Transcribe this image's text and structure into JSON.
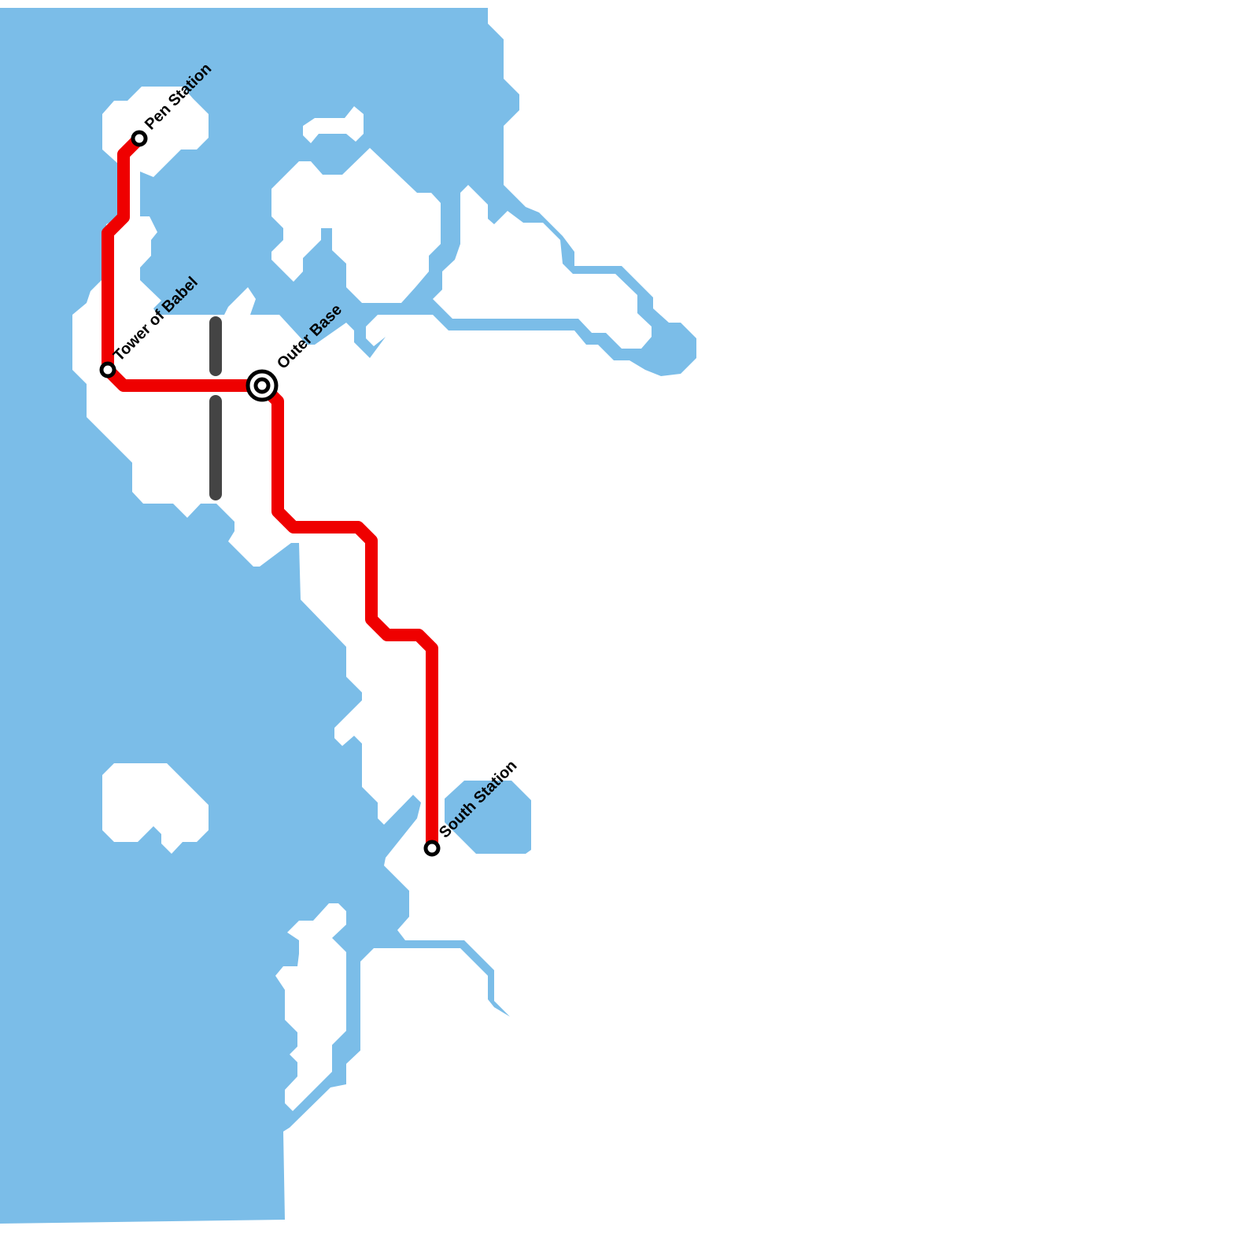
{
  "map": {
    "colors": {
      "water": "#7bbde8",
      "land": "#ffffff",
      "main_line": "#ef0000",
      "secondary_line": "#444444",
      "station_stroke": "#000000",
      "station_fill": "#ffffff"
    },
    "lines": [
      {
        "id": "red-line",
        "color": "#ef0000"
      },
      {
        "id": "grey-line",
        "color": "#444444"
      }
    ],
    "stations": [
      {
        "id": "pen-station",
        "name": "Pen Station",
        "type": "stop"
      },
      {
        "id": "tower-of-babel",
        "name": "Tower of Babel",
        "type": "stop"
      },
      {
        "id": "outer-base",
        "name": "Outer Base",
        "type": "interchange"
      },
      {
        "id": "south-station",
        "name": "South Station",
        "type": "stop"
      }
    ]
  }
}
